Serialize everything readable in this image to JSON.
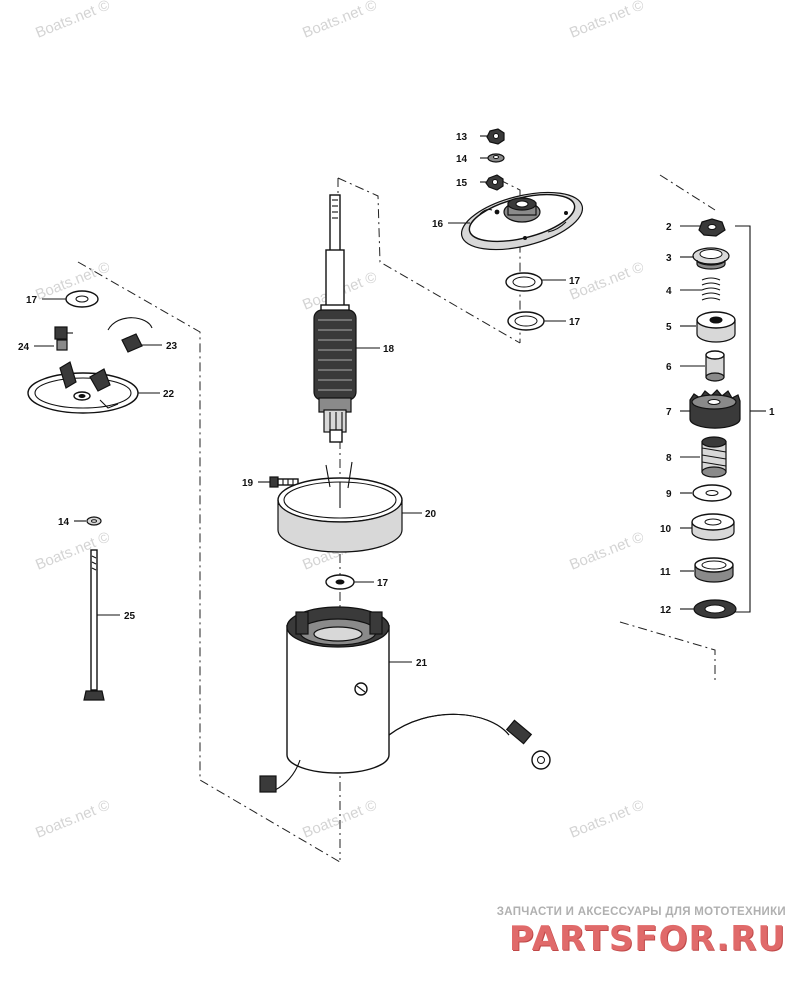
{
  "watermark": "Boats.net ©",
  "footer": {
    "subtitle": "ЗАПЧАСТИ И АКСЕССУАРЫ ДЛЯ МОТОТЕХНИКИ",
    "brand": "PARTSFOR.RU"
  },
  "labels": {
    "p1": "1",
    "p2": "2",
    "p3": "3",
    "p4": "4",
    "p5": "5",
    "p6": "6",
    "p7": "7",
    "p8": "8",
    "p9": "9",
    "p10": "10",
    "p11": "11",
    "p12": "12",
    "p13": "13",
    "p14a": "14",
    "p14b": "14",
    "p15": "15",
    "p16": "16",
    "p17a": "17",
    "p17b": "17",
    "p17c": "17",
    "p17d": "17",
    "p18": "18",
    "p19": "19",
    "p20": "20",
    "p21": "21",
    "p22": "22",
    "p23": "23",
    "p24": "24",
    "p25": "25"
  }
}
